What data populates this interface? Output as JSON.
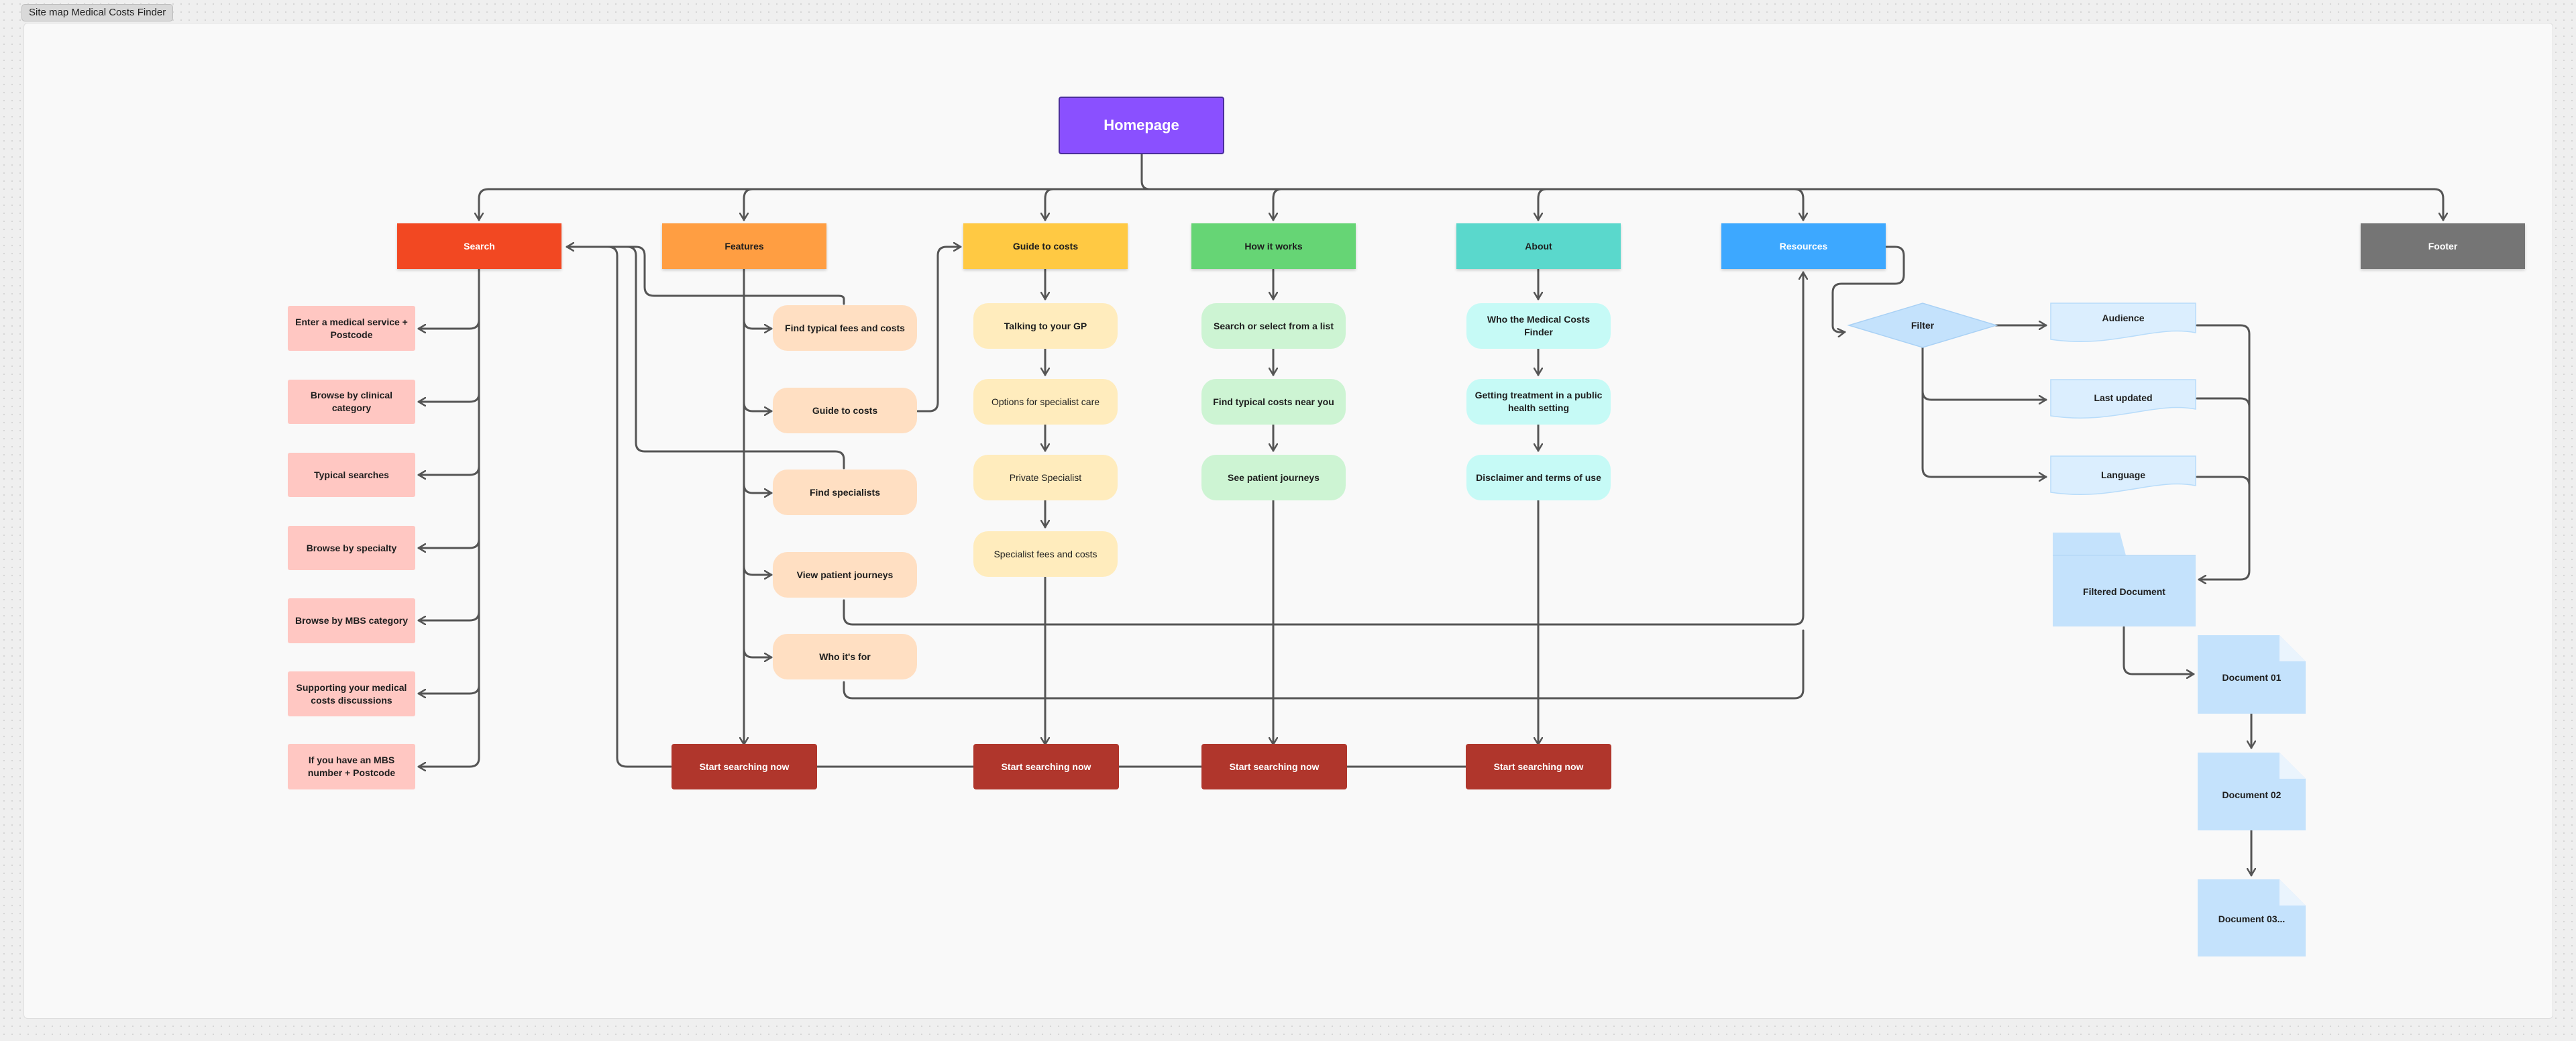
{
  "frame": {
    "label": "Site map Medical Costs Finder"
  },
  "homepage": "Homepage",
  "categories": {
    "search": "Search",
    "features": "Features",
    "guide": "Guide to costs",
    "how": "How it works",
    "about": "About",
    "resources": "Resources",
    "footer": "Footer"
  },
  "search_items": [
    "Enter a medical service + Postcode",
    "Browse by clinical category",
    "Typical searches",
    "Browse by specialty",
    "Browse by MBS category",
    "Supporting your medical costs discussions",
    "If you have an MBS number + Postcode"
  ],
  "features_items": [
    "Find typical fees and costs",
    "Guide to costs",
    "Find specialists",
    "View patient journeys",
    "Who it's for"
  ],
  "guide_items": [
    "Talking to your GP",
    "Options for specialist care",
    "Private Specialist",
    "Specialist fees and costs"
  ],
  "how_items": [
    "Search or select from a list",
    "Find typical costs near you",
    "See patient journeys"
  ],
  "about_items": [
    "Who the Medical Costs Finder",
    "Getting treatment in a public health setting",
    "Disclaimer and terms of use"
  ],
  "start_button": "Start searching now",
  "resources_flow": {
    "filter": "Filter",
    "criteria": [
      "Audience",
      "Last updated",
      "Language"
    ],
    "filtered_document": "Filtered Document",
    "documents": [
      "Document 01",
      "Document 02",
      "Document 03..."
    ]
  },
  "colors": {
    "homepage": "#8a50ff",
    "search": "#f24822",
    "features": "#ff9e42",
    "guide": "#ffc943",
    "how": "#66d575",
    "about": "#5ad8cc",
    "resources": "#3da8ff",
    "footer": "#757575",
    "start_button": "#b0362c",
    "connector": "#555555"
  }
}
